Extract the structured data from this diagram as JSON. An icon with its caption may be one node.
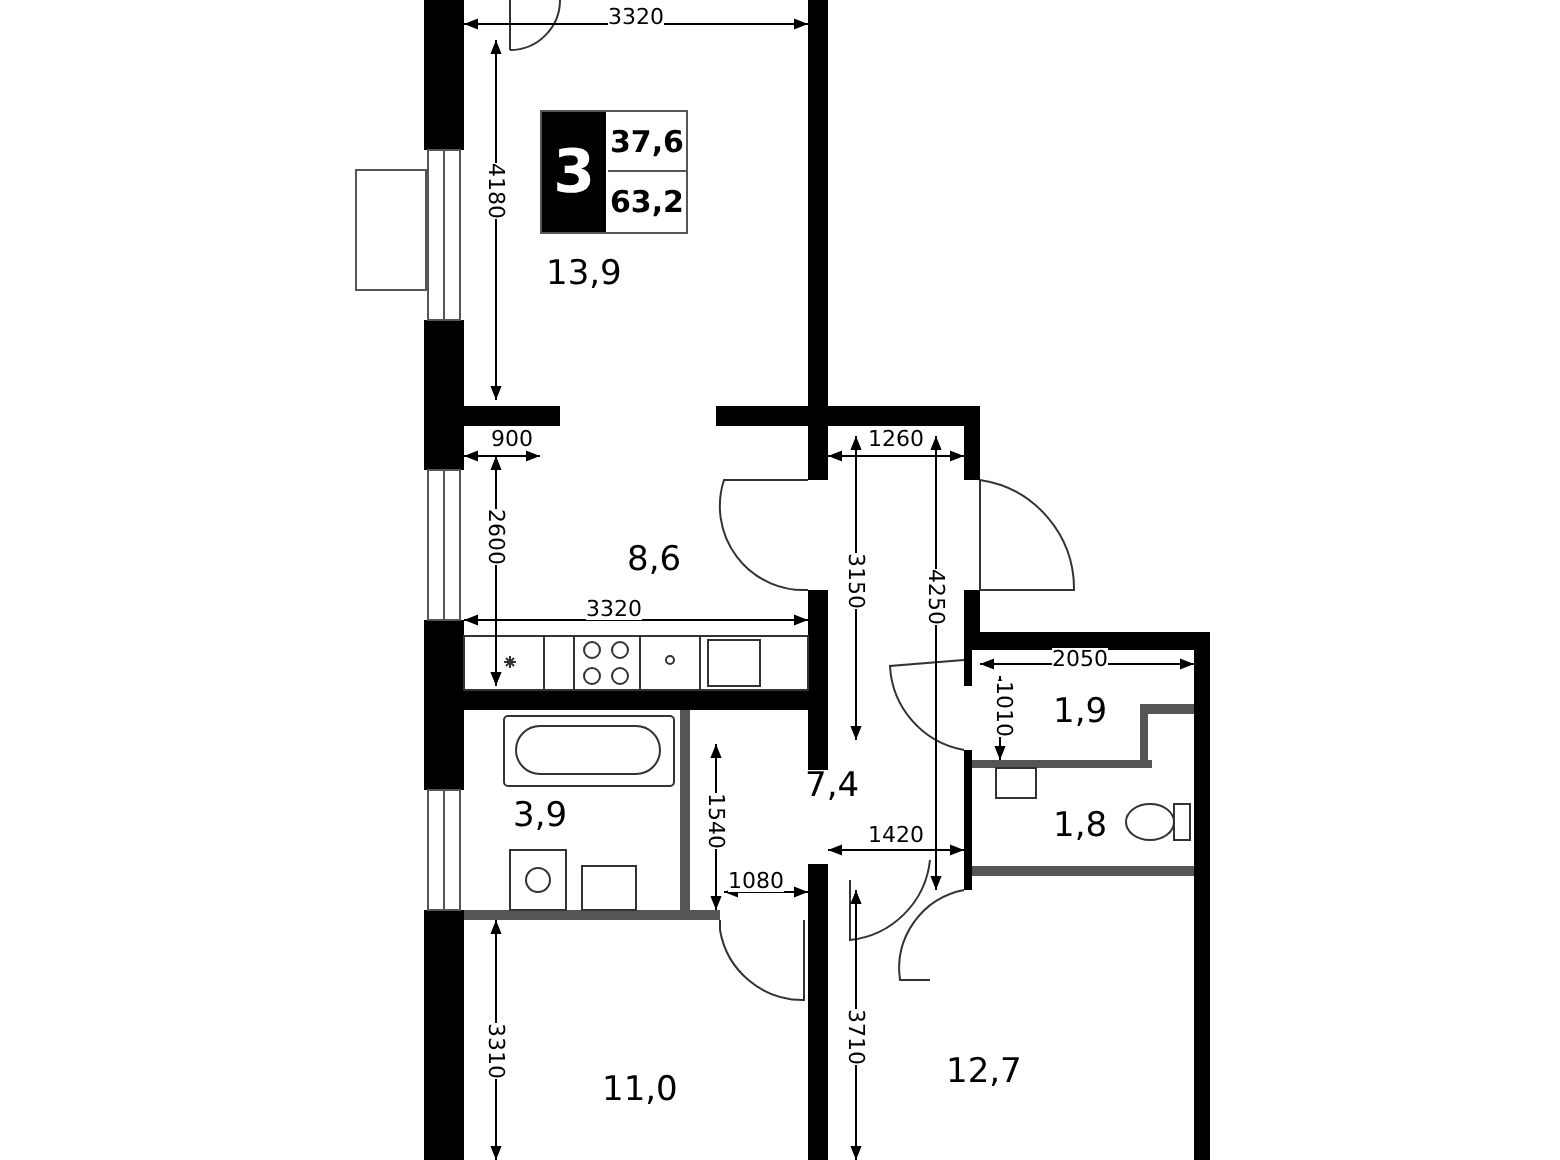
{
  "diagram": {
    "nodes": [
      {
        "text": [
          "3",
          "37,6",
          "63,2"
        ]
      }
    ],
    "labels": [
      "3320",
      "4180",
      "13,9",
      "900",
      "1260",
      "8,6",
      "2600",
      "3150",
      "4250",
      "3320",
      "2050",
      "1010",
      "1,9",
      "7,4",
      "3,9",
      "1540",
      "1420",
      "1,8",
      "1080",
      "11,0",
      "3310",
      "3710",
      "12,7"
    ]
  }
}
